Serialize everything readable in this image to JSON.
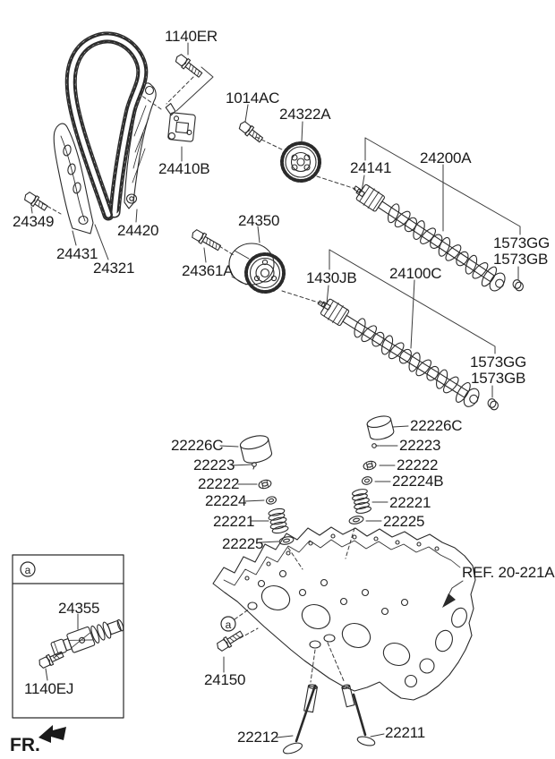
{
  "diagram": {
    "description": "Camshaft and valve exploded parts diagram",
    "colors": {
      "line": "#2a2a2a",
      "background": "#ffffff"
    },
    "marker_a": "a",
    "fr": "FR.",
    "ref_label": "REF. 20-221A",
    "labels": {
      "b1140er": "1140ER",
      "b1014ac": "1014AC",
      "s24322a": "24322A",
      "t24410b": "24410B",
      "p24141": "24141",
      "c24200a": "24200A",
      "gg1": "1573GG",
      "gb1": "1573GB",
      "b24349": "24349",
      "g24431": "24431",
      "a24420": "24420",
      "ch24321": "24321",
      "v24350": "24350",
      "b24361a": "24361A",
      "p1430jb": "1430JB",
      "c24100c": "24100C",
      "gg2": "1573GG",
      "gb2": "1573GB",
      "lt22226c": "22226C",
      "lt22223": "22223",
      "lt22222": "22222",
      "lt22224": "22224",
      "lt22221": "22221",
      "lt22225": "22225",
      "rt22226c": "22226C",
      "rt22223": "22223",
      "rt22222": "22222",
      "rt22224b": "22224B",
      "rt22221": "22221",
      "rt22225": "22225",
      "b24150": "24150",
      "v22212": "22212",
      "v22211": "22211",
      "o24355": "24355",
      "b1140ej": "1140EJ"
    }
  }
}
